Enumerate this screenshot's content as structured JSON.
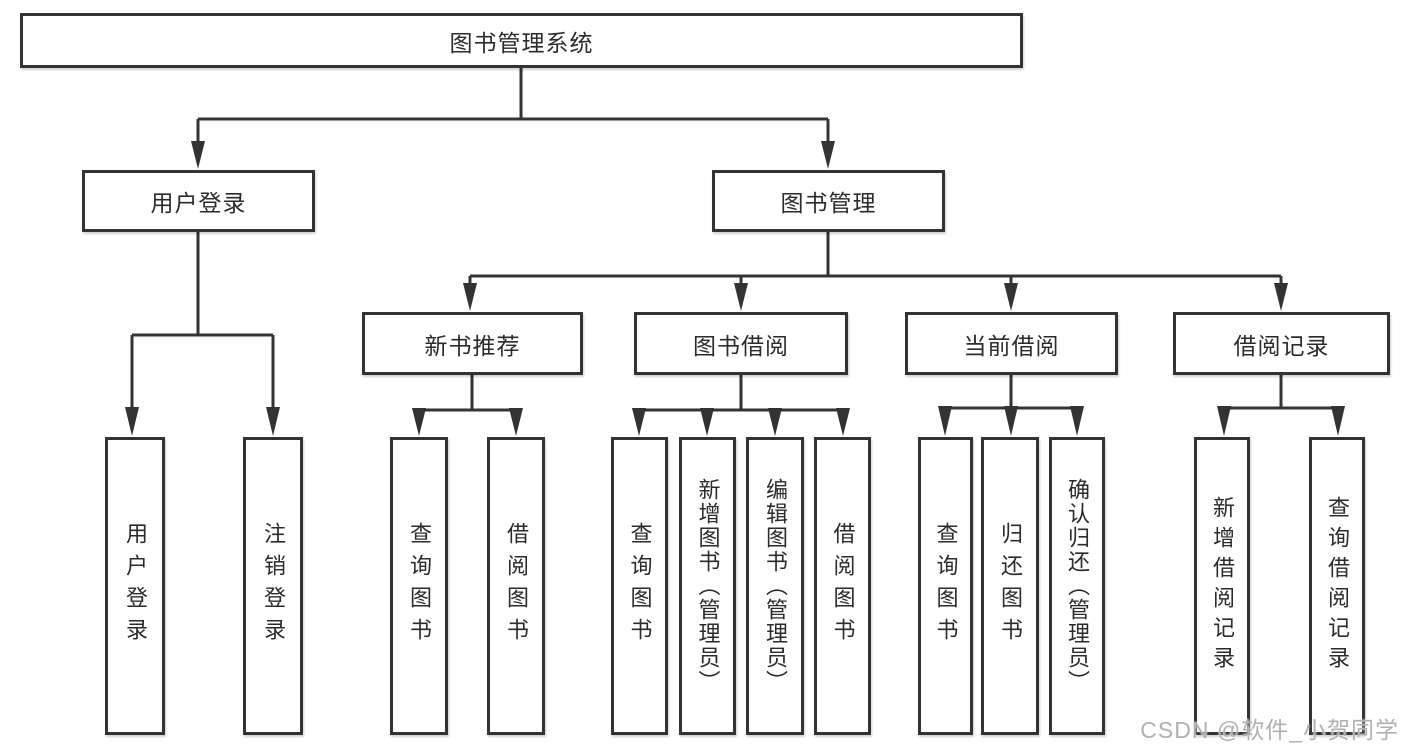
{
  "diagram": {
    "root": {
      "label": "图书管理系统",
      "children": [
        {
          "label": "用户登录",
          "children": [
            {
              "label": "用户登录"
            },
            {
              "label": "注销登录"
            }
          ]
        },
        {
          "label": "图书管理",
          "children": [
            {
              "label": "新书推荐",
              "children": [
                {
                  "label": "查询图书"
                },
                {
                  "label": "借阅图书"
                }
              ]
            },
            {
              "label": "图书借阅",
              "children": [
                {
                  "label": "查询图书"
                },
                {
                  "label": "新增图书（管理员）"
                },
                {
                  "label": "编辑图书（管理员）"
                },
                {
                  "label": "借阅图书"
                }
              ]
            },
            {
              "label": "当前借阅",
              "children": [
                {
                  "label": "查询图书"
                },
                {
                  "label": "归还图书"
                },
                {
                  "label": "确认归还（管理员）"
                }
              ]
            },
            {
              "label": "借阅记录",
              "children": [
                {
                  "label": "新增借阅记录"
                },
                {
                  "label": "查询借阅记录"
                }
              ]
            }
          ]
        }
      ]
    }
  },
  "watermark": {
    "text": "CSDN @软件_小贺同学"
  },
  "colors": {
    "line": "#333333",
    "text": "#2b2b2b",
    "background": "#ffffff",
    "watermark": "#b0b0b0"
  }
}
